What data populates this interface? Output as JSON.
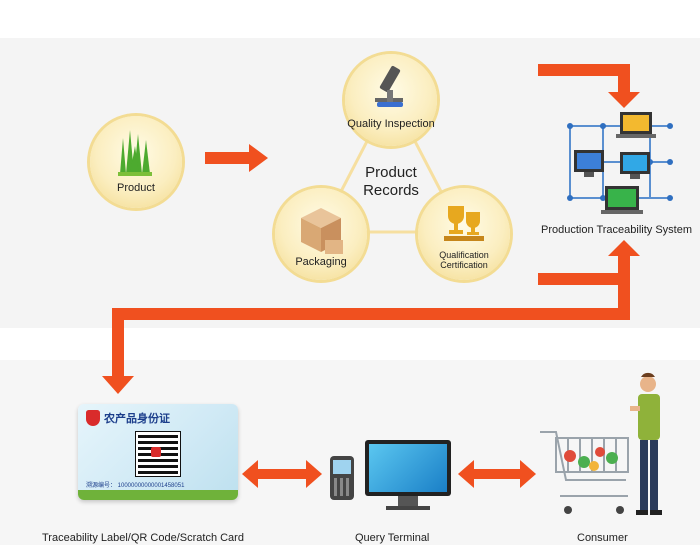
{
  "diagram": {
    "product": "Product",
    "quality_inspection": "Quality Inspection",
    "product_records": "Product Records",
    "packaging": "Packaging",
    "qualification_certification": "Qualification Certification",
    "production_system": "Production Traceability System",
    "label_caption": "Traceability Label/QR Code/Scratch Card",
    "query_terminal": "Query Terminal",
    "consumer": "Consumer",
    "card_title": "农产品身份证",
    "card_number": "溯源编号： 10000000000001458051"
  },
  "colors": {
    "arrow": "#f0501f",
    "node_fill": "#fbeec0",
    "node_ring": "#f3dc93",
    "triangle_line": "#f6dfa0"
  }
}
